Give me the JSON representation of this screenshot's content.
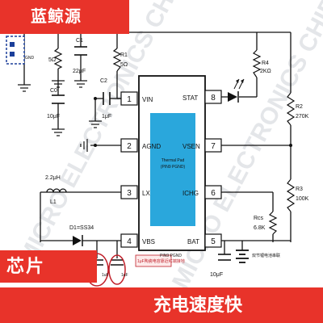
{
  "brand": {
    "name": "蓝鲸源"
  },
  "category": {
    "label": "芯片"
  },
  "feature": {
    "label": "充电速度快"
  },
  "watermark": {
    "text": "MICRO ELECTRONICS  CHIPSTAR"
  },
  "colors": {
    "banner": "#e8332a",
    "pad": "#2aa7dc",
    "wire": "#111111",
    "callout": "#c0202a"
  },
  "chip": {
    "pad_title": "Thermal Pad",
    "pad_subtitle": "(PIN9 PGND)",
    "pin9_label": "PIN9 PGND",
    "pins": [
      {
        "no": "1",
        "name": "VIN"
      },
      {
        "no": "2",
        "name": "AGND"
      },
      {
        "no": "3",
        "name": "LX"
      },
      {
        "no": "4",
        "name": "VBS"
      },
      {
        "no": "8",
        "name": "STAT"
      },
      {
        "no": "7",
        "name": "VSEN"
      },
      {
        "no": "6",
        "name": "ICHG"
      },
      {
        "no": "5",
        "name": "BAT"
      }
    ]
  },
  "components": {
    "r_top1": "5Ω",
    "c_top1": "C1",
    "c_top1_val": "22μF",
    "r1": "R1",
    "r1_val": "5Ω",
    "c0": "C0",
    "c0_val": "10μF",
    "c2": "C2",
    "c2_val": "1μF",
    "r4": "R4",
    "r4_val": "2KΩ",
    "r2": "R2",
    "r2_val": "270K",
    "r3": "R3",
    "r3_val": "100K",
    "inductor": "2.2μH",
    "l1": "L1",
    "diode": "D1=SS34",
    "rcs": "Rcs",
    "rcs_val": "6.8K",
    "c_out": "10μF",
    "battery": "双节锂电池串联",
    "gnd_tag": "GND",
    "callout": "1μF陶瓷电容靠近IC端接地",
    "c_a": "1uF",
    "c_b": "1uF"
  }
}
